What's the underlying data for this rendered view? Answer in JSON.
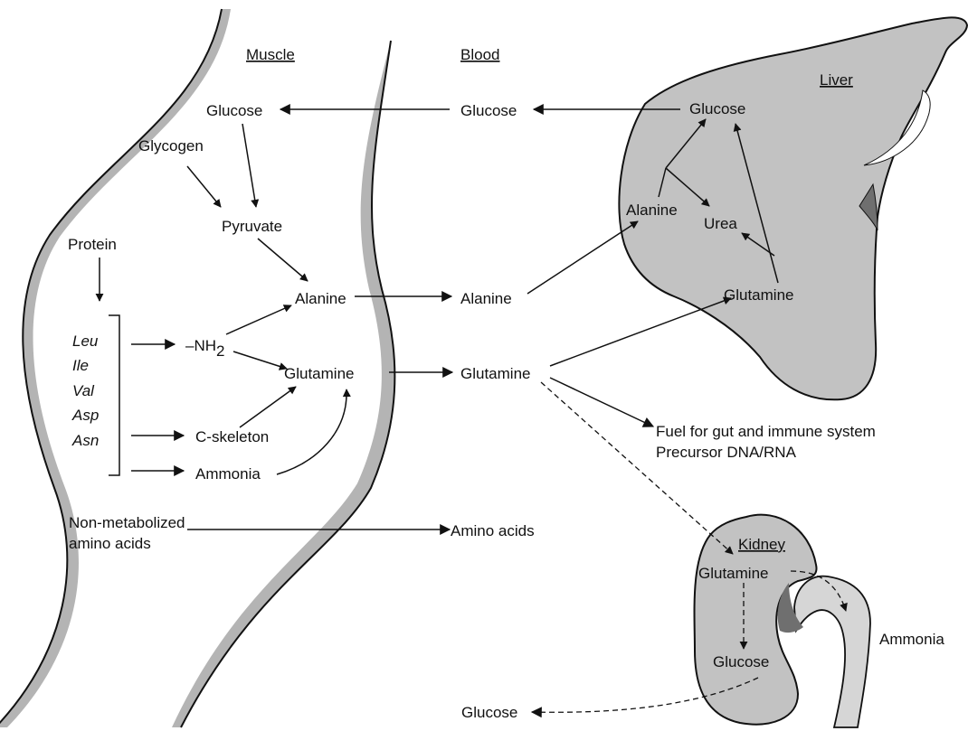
{
  "headings": {
    "muscle": "Muscle",
    "blood": "Blood",
    "liver": "Liver",
    "kidney": "Kidney"
  },
  "muscle": {
    "glucose": "Glucose",
    "glycogen": "Glycogen",
    "pyruvate": "Pyruvate",
    "protein": "Protein",
    "alanine": "Alanine",
    "amino_acids": [
      "Leu",
      "Ile",
      "Val",
      "Asp",
      "Asn"
    ],
    "nh2_prefix": "–NH",
    "nh2_subscript": "2",
    "glutamine": "Glutamine",
    "c_skeleton": "C-skeleton",
    "ammonia": "Ammonia",
    "non_metabolized_line1": "Non-metabolized",
    "non_metabolized_line2": "amino acids"
  },
  "blood": {
    "glucose": "Glucose",
    "alanine": "Alanine",
    "glutamine": "Glutamine",
    "amino_acids": "Amino acids",
    "glucose_bottom": "Glucose"
  },
  "liver": {
    "glucose": "Glucose",
    "alanine": "Alanine",
    "urea": "Urea",
    "glutamine": "Glutamine"
  },
  "kidney": {
    "glutamine": "Glutamine",
    "glucose": "Glucose",
    "ammonia": "Ammonia"
  },
  "fuel": {
    "line1": "Fuel for gut and immune system",
    "line2": "Precursor DNA/RNA"
  },
  "colors": {
    "organ_fill": "#c2c2c2",
    "organ_shade": "#6f6f6f",
    "wall_shade": "#b4b4b4",
    "ureter_fill": "#d6d6d6",
    "highlight": "#ffffff",
    "ink": "#111111"
  }
}
